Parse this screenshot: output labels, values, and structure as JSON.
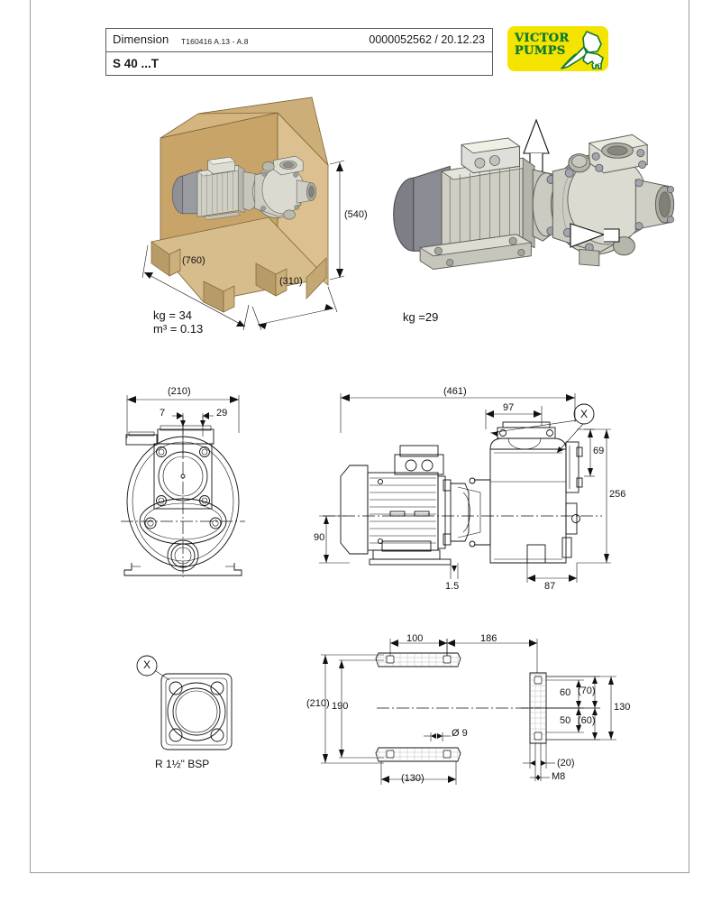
{
  "sheet": {
    "title_block": {
      "doc_label": "Dimension",
      "doc_code": "T160416 A.13 - A.8",
      "doc_number": "0000052562 / 20.12.23",
      "model": "S 40 ...T"
    },
    "logo": {
      "line1": "VICTOR",
      "line2": "PUMPS",
      "background_color": "#f5e400",
      "text_color": "#107a32"
    }
  },
  "packaging_view": {
    "name": "packaging-crate-view",
    "dimensions": {
      "length": "(760)",
      "depth": "(310)",
      "height": "(540)"
    },
    "notes": {
      "weight": "kg = 34",
      "volume": "m³ = 0.13"
    }
  },
  "pump_3d_view": {
    "name": "pump-isometric-view",
    "notes": {
      "weight": "kg =29"
    },
    "arrows": {
      "outlet": "outlet-arrow-up",
      "inlet": "inlet-arrow-right"
    }
  },
  "front_view": {
    "name": "pump-front-view",
    "dimensions": {
      "overall_width": "(210)",
      "offset_left": "7",
      "offset_right": "29"
    }
  },
  "side_view": {
    "name": "pump-side-view",
    "dimensions": {
      "overall_length": "(461)",
      "port_offset": "97",
      "port_height": "69",
      "overall_height": "256",
      "shaft_height": "90",
      "base_thickness": "1.5",
      "pump_foot": "87",
      "detail_callout": "X"
    }
  },
  "flange_detail": {
    "name": "flange-detail-x",
    "callout": "X",
    "label": "R 1½\" BSP"
  },
  "baseplate_view": {
    "name": "baseplate-plan-view",
    "dimensions": {
      "hole_spacing_top": "100",
      "distance_to_motor": "186",
      "overall_width": "(210)",
      "inner_width": "190",
      "hole_diameter": "Ø 9",
      "foot_length": "(130)",
      "upper_hole_offset": "60",
      "upper_outer": "(70)",
      "overall_height": "130",
      "lower_hole_offset": "50",
      "lower_outer": "(60)",
      "plate_thickness": "(20)",
      "thread": "M8"
    }
  }
}
